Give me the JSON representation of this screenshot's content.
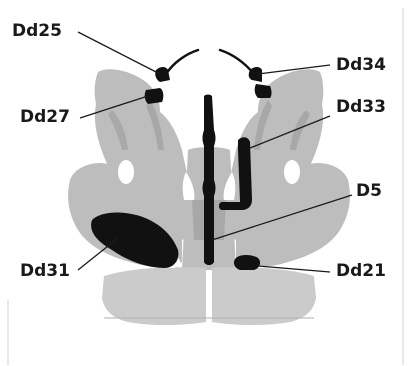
{
  "figure": {
    "labels": [
      {
        "id": "dd25",
        "text": "Dd25"
      },
      {
        "id": "dd34",
        "text": "Dd34"
      },
      {
        "id": "dd27",
        "text": "Dd27"
      },
      {
        "id": "dd33",
        "text": "Dd33"
      },
      {
        "id": "d5",
        "text": "D5"
      },
      {
        "id": "dd31",
        "text": "Dd31"
      },
      {
        "id": "dd21",
        "text": "Dd21"
      }
    ],
    "colors": {
      "ink_light": "#c4c4c4",
      "ink_mid": "#9e9e9e",
      "ink_dark": "#111111",
      "label": "#1a1a1a",
      "border": "#cfcfcf"
    }
  }
}
